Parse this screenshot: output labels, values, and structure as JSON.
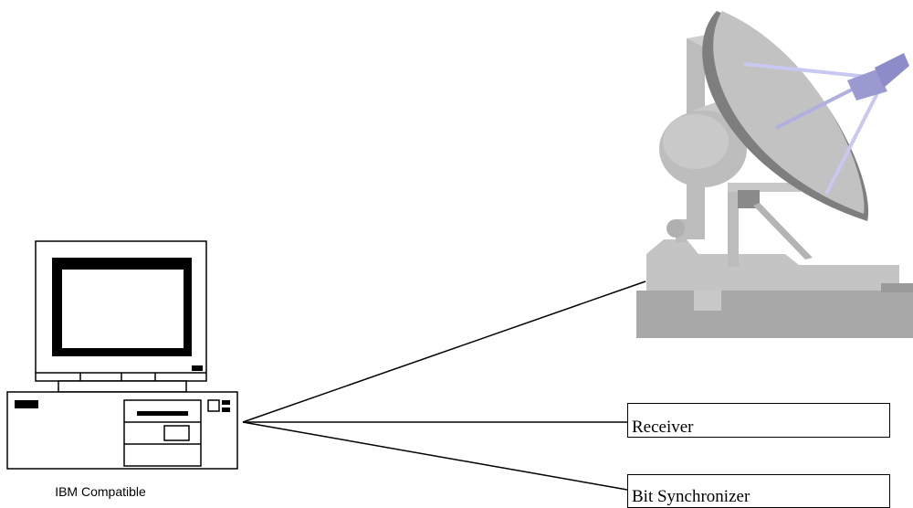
{
  "computer": {
    "caption": "IBM Compatible",
    "icon": "desktop-computer-icon"
  },
  "antenna": {
    "icon": "satellite-dish-icon"
  },
  "boxes": {
    "receiver": "Receiver",
    "bit_synchronizer": "Bit Synchronizer"
  },
  "colors": {
    "line": "#000000",
    "dish_light": "#c0c0c0",
    "dish_mid": "#a6a6a6",
    "dish_dark": "#808080",
    "feed_strut": "#b6b6e6",
    "feed_horn": "#9a9ad0"
  }
}
